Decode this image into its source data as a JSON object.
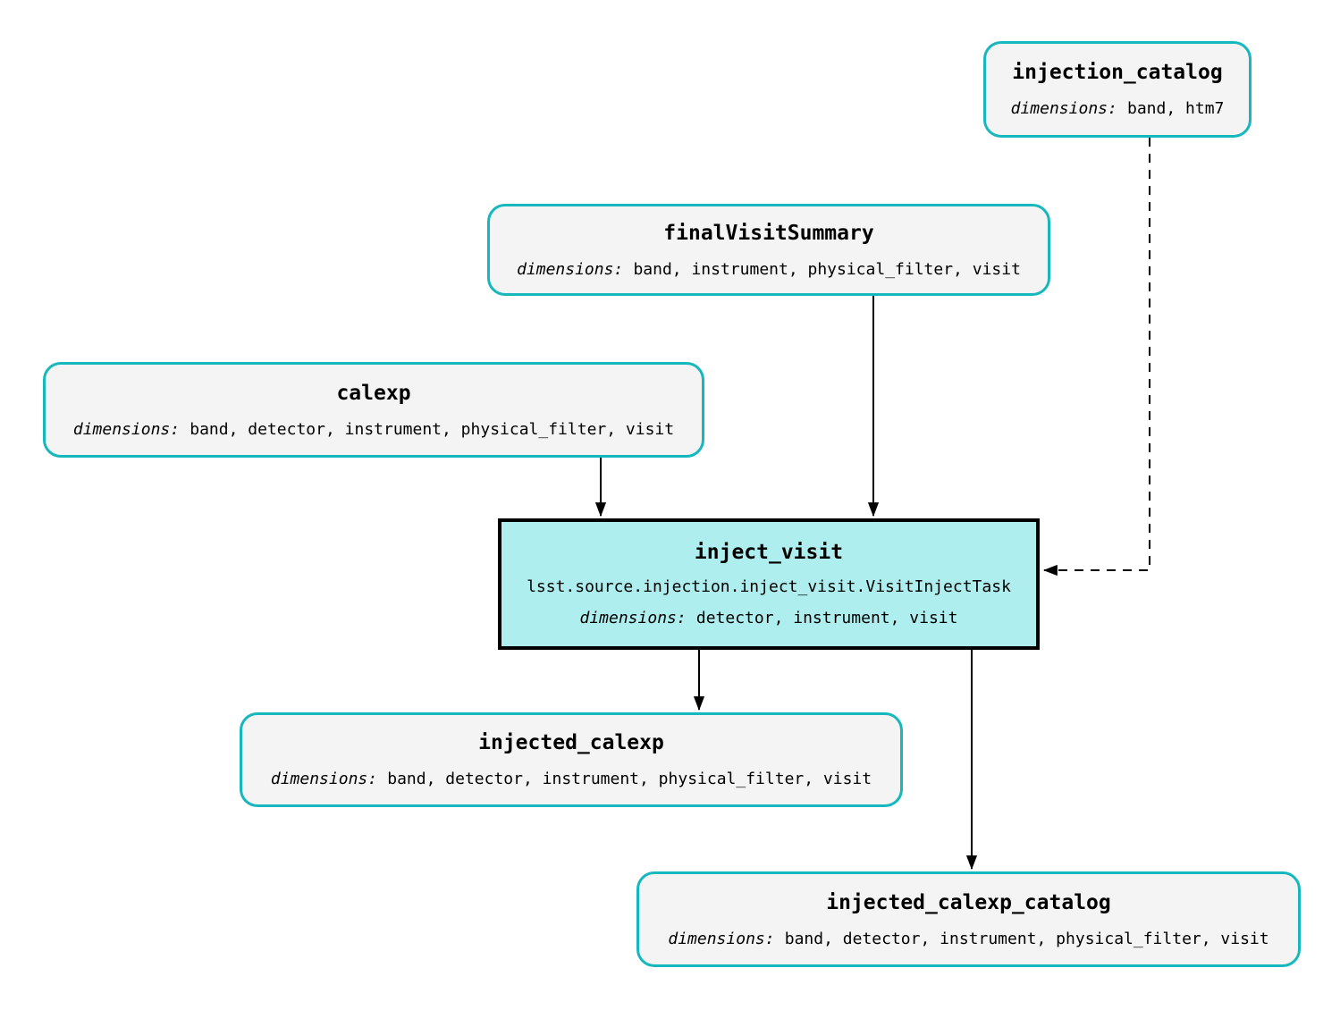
{
  "diagram": {
    "type": "pipeline-task-graph",
    "colors": {
      "background": "#ffffff",
      "dataset_fill": "#f4f4f4",
      "dataset_border": "#16b8bd",
      "task_fill": "#afeeee",
      "task_border": "#000000",
      "edge": "#000000",
      "text": "#000000"
    },
    "nodes": {
      "injection_catalog": {
        "title": "injection_catalog",
        "dims_label": "dimensions:",
        "dims": "band, htm7"
      },
      "finalVisitSummary": {
        "title": "finalVisitSummary",
        "dims_label": "dimensions:",
        "dims": "band, instrument, physical_filter, visit"
      },
      "calexp": {
        "title": "calexp",
        "dims_label": "dimensions:",
        "dims": "band, detector, instrument, physical_filter, visit"
      },
      "inject_visit": {
        "title": "inject_visit",
        "task_class": "lsst.source.injection.inject_visit.VisitInjectTask",
        "dims_label": "dimensions:",
        "dims": "detector, instrument, visit"
      },
      "injected_calexp": {
        "title": "injected_calexp",
        "dims_label": "dimensions:",
        "dims": "band, detector, instrument, physical_filter, visit"
      },
      "injected_calexp_catalog": {
        "title": "injected_calexp_catalog",
        "dims_label": "dimensions:",
        "dims": "band, detector, instrument, physical_filter, visit"
      }
    },
    "edges": [
      {
        "from": "calexp",
        "to": "inject_visit",
        "style": "solid"
      },
      {
        "from": "finalVisitSummary",
        "to": "inject_visit",
        "style": "solid"
      },
      {
        "from": "injection_catalog",
        "to": "inject_visit",
        "style": "dashed"
      },
      {
        "from": "inject_visit",
        "to": "injected_calexp",
        "style": "solid"
      },
      {
        "from": "inject_visit",
        "to": "injected_calexp_catalog",
        "style": "solid"
      }
    ]
  }
}
